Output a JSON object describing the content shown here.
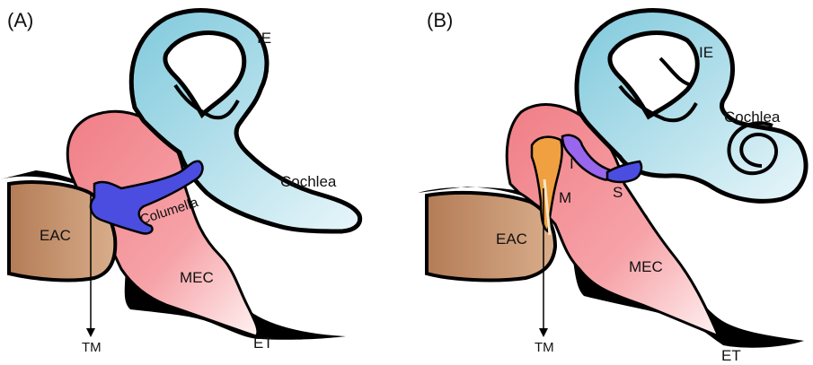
{
  "panel_a": {
    "letter": "(A)",
    "labels": {
      "ie": "IE",
      "cochlea": "Cochlea",
      "columella": "Columella",
      "eac": "EAC",
      "mec": "MEC",
      "tm": "TM",
      "et": "ET"
    }
  },
  "panel_b": {
    "letter": "(B)",
    "labels": {
      "ie": "IE",
      "cochlea": "Cochlea",
      "i": "I",
      "m": "M",
      "s": "S",
      "eac": "EAC",
      "mec": "MEC",
      "tm": "TM",
      "et": "ET"
    }
  },
  "colors": {
    "outline": "#000000",
    "eac": "#b9805a",
    "mec": "#f08f93",
    "inner_ear": "#8fd0e0",
    "columella": "#4b4de0",
    "malleus": "#f0a040",
    "incus": "#9966ee",
    "stapes": "#4b4de0"
  }
}
